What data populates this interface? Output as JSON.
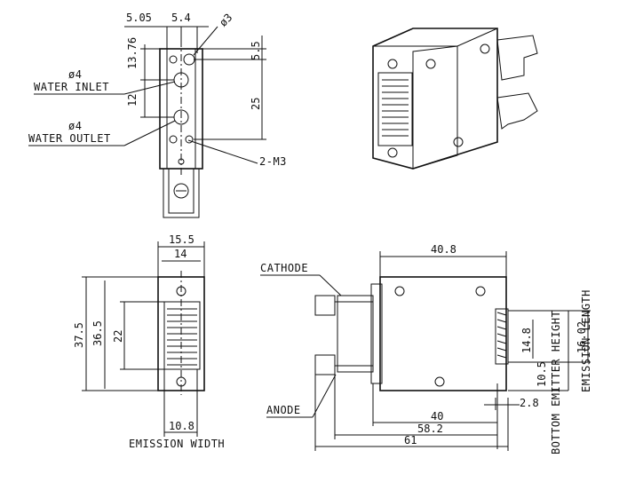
{
  "top_view": {
    "dims": {
      "d505": "5.05",
      "d54": "5.4",
      "phi3": "ø3",
      "d1376": "13.76",
      "d55": "5.5",
      "d12": "12",
      "d25": "25"
    },
    "labels": {
      "phi4_inlet": "ø4",
      "water_inlet": "WATER INLET",
      "phi4_outlet": "ø4",
      "water_outlet": "WATER OUTLET",
      "m3": "2-M3"
    }
  },
  "front_view": {
    "dims": {
      "d155": "15.5",
      "d14": "14",
      "d375": "37.5",
      "d365": "36.5",
      "d22": "22",
      "d108": "10.8"
    },
    "labels": {
      "emission_width": "EMISSION WIDTH"
    }
  },
  "side_view": {
    "dims": {
      "d408": "40.8",
      "d148": "14.8",
      "d1602": "16.02",
      "d105": "10.5",
      "d28": "2.8",
      "d40": "40",
      "d582": "58.2",
      "d61": "61"
    },
    "labels": {
      "cathode": "CATHODE",
      "anode": "ANODE",
      "emission_length": "EMISSION LENGTH",
      "bottom_emitter_height": "BOTTOM EMITTER HEIGHT"
    }
  }
}
